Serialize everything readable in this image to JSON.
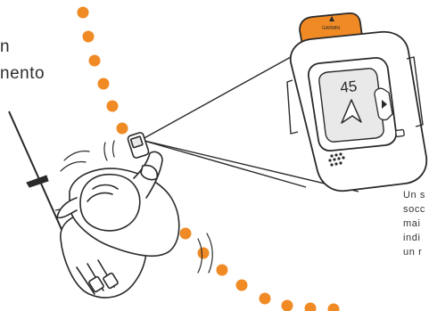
{
  "heading_fragments": [
    "n",
    "nento"
  ],
  "caption_fragments": [
    "Un s",
    "socc",
    "mai",
    "indi",
    "un r"
  ],
  "device": {
    "screen_number": "45",
    "tag_text": "GARMIN"
  },
  "colors": {
    "accent_orange": "#f08a24",
    "line_dark": "#2a2a2a",
    "screen_bg": "#e9e9e9"
  },
  "icons": {
    "person": "person-top-view-icon",
    "trekking_pole": "trekking-pole-icon",
    "handheld_device": "satellite-communicator-icon",
    "arrow": "navigation-arrow-icon",
    "button": "play-button-icon"
  }
}
